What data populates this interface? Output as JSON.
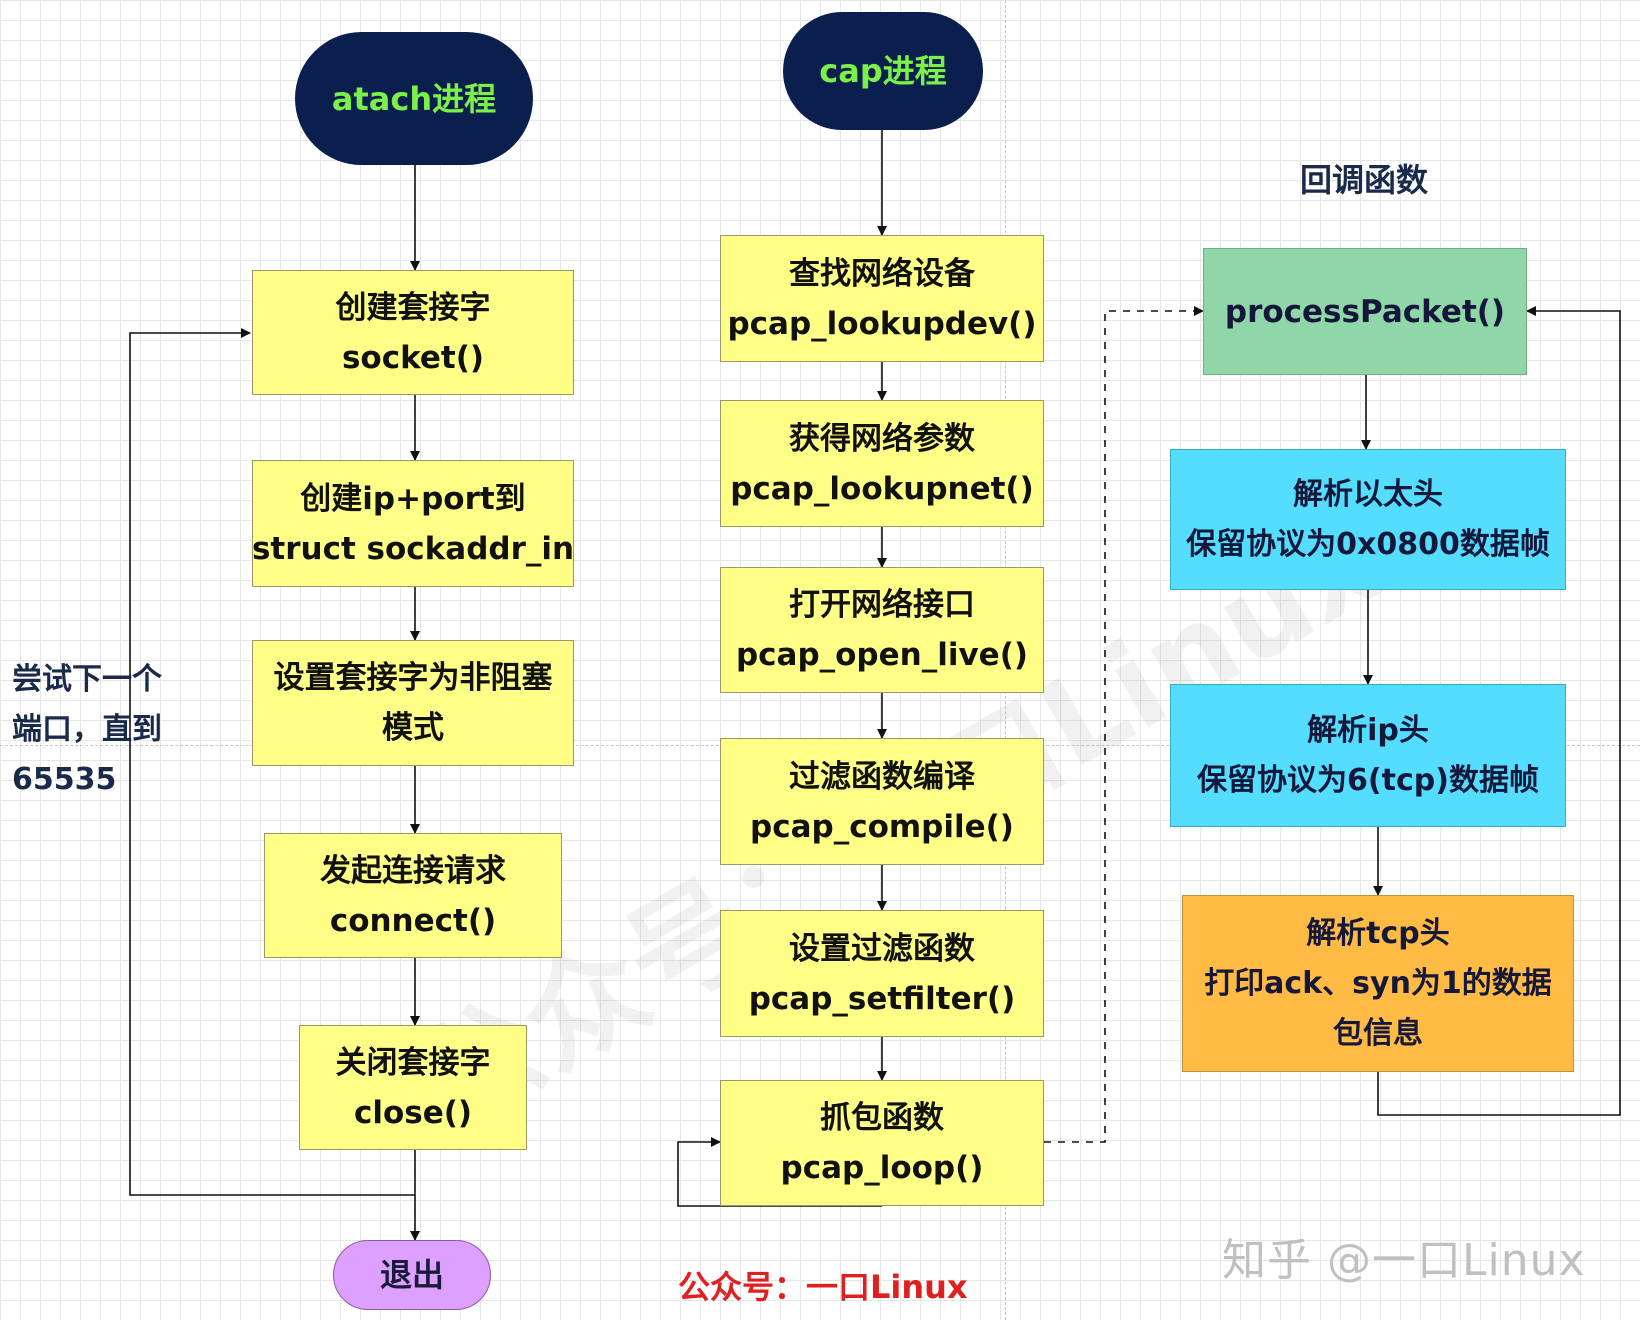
{
  "processes": {
    "atach": "atach进程",
    "cap": "cap进程",
    "callback_title": "回调函数"
  },
  "left_flow": [
    {
      "line1": "创建套接字",
      "line2": "socket()"
    },
    {
      "line1": "创建ip+port到",
      "line2": "struct sockaddr_in"
    },
    {
      "line1": "设置套接字为非阻塞",
      "line2": "模式"
    },
    {
      "line1": "发起连接请求",
      "line2": "connect()"
    },
    {
      "line1": "关闭套接字",
      "line2": "close()"
    }
  ],
  "exit_label": "退出",
  "retry_label": {
    "line1": "尝试下一个",
    "line2": "端口，直到",
    "line3": "65535"
  },
  "middle_flow": [
    {
      "line1": "查找网络设备",
      "line2": "pcap_lookupdev()"
    },
    {
      "line1": "获得网络参数",
      "line2": "pcap_lookupnet()"
    },
    {
      "line1": "打开网络接口",
      "line2": "pcap_open_live()"
    },
    {
      "line1": "过滤函数编译",
      "line2": "pcap_compile()"
    },
    {
      "line1": "设置过滤函数",
      "line2": "pcap_setfilter()"
    },
    {
      "line1": "抓包函数",
      "line2": "pcap_loop()"
    }
  ],
  "right_flow": {
    "process_packet": "processPacket()",
    "eth": {
      "line1": "解析以太头",
      "line2": "保留协议为0x0800数据帧"
    },
    "ip": {
      "line1": "解析ip头",
      "line2": "保留协议为6(tcp)数据帧"
    },
    "tcp": {
      "line1": "解析tcp头",
      "line2": "打印ack、syn为1的数据",
      "line3": "包信息"
    }
  },
  "watermarks": {
    "bottom_red": "公众号：一口Linux",
    "zhihu": "知乎 @一口Linux"
  },
  "colors": {
    "process_bg": "#0b1f4e",
    "process_text": "#7bf04a",
    "step_bg": "#ffff88",
    "process_packet_bg": "#8fd6a8",
    "parse_bg": "#55ddff",
    "tcp_bg": "#ffbb44",
    "exit_bg": "#dda0ff",
    "watermark_red": "#e02020"
  }
}
